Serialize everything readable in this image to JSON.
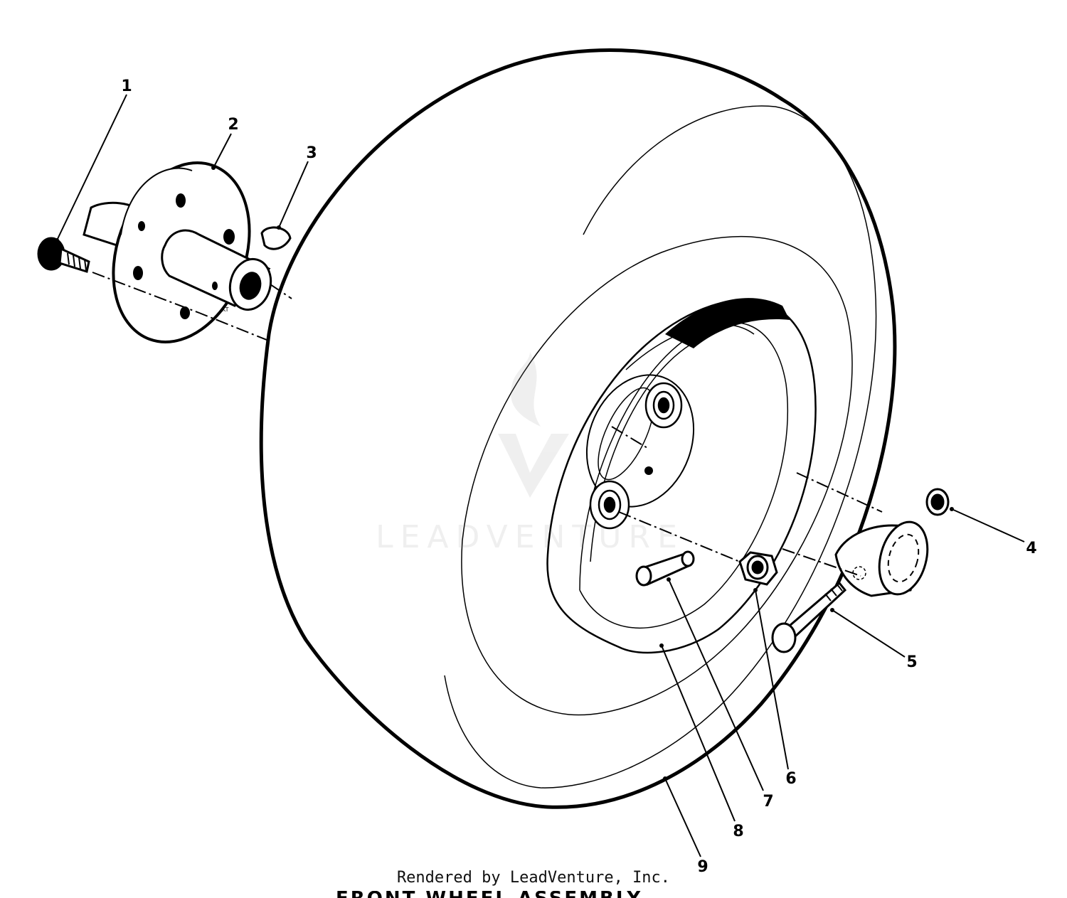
{
  "diagram": {
    "callouts": [
      {
        "id": "callout-1",
        "label": "1"
      },
      {
        "id": "callout-2",
        "label": "2"
      },
      {
        "id": "callout-3",
        "label": "3"
      },
      {
        "id": "callout-4",
        "label": "4"
      },
      {
        "id": "callout-5",
        "label": "5"
      },
      {
        "id": "callout-6",
        "label": "6"
      },
      {
        "id": "callout-7",
        "label": "7"
      },
      {
        "id": "callout-8",
        "label": "8"
      },
      {
        "id": "callout-9",
        "label": "9"
      }
    ],
    "hub_marking": "KT",
    "watermark_text": "LEADVENTURE",
    "footer_credit": "Rendered by LeadVenture, Inc.",
    "cut_off_title": "FRONT WHEEL ASSEMBLY"
  }
}
